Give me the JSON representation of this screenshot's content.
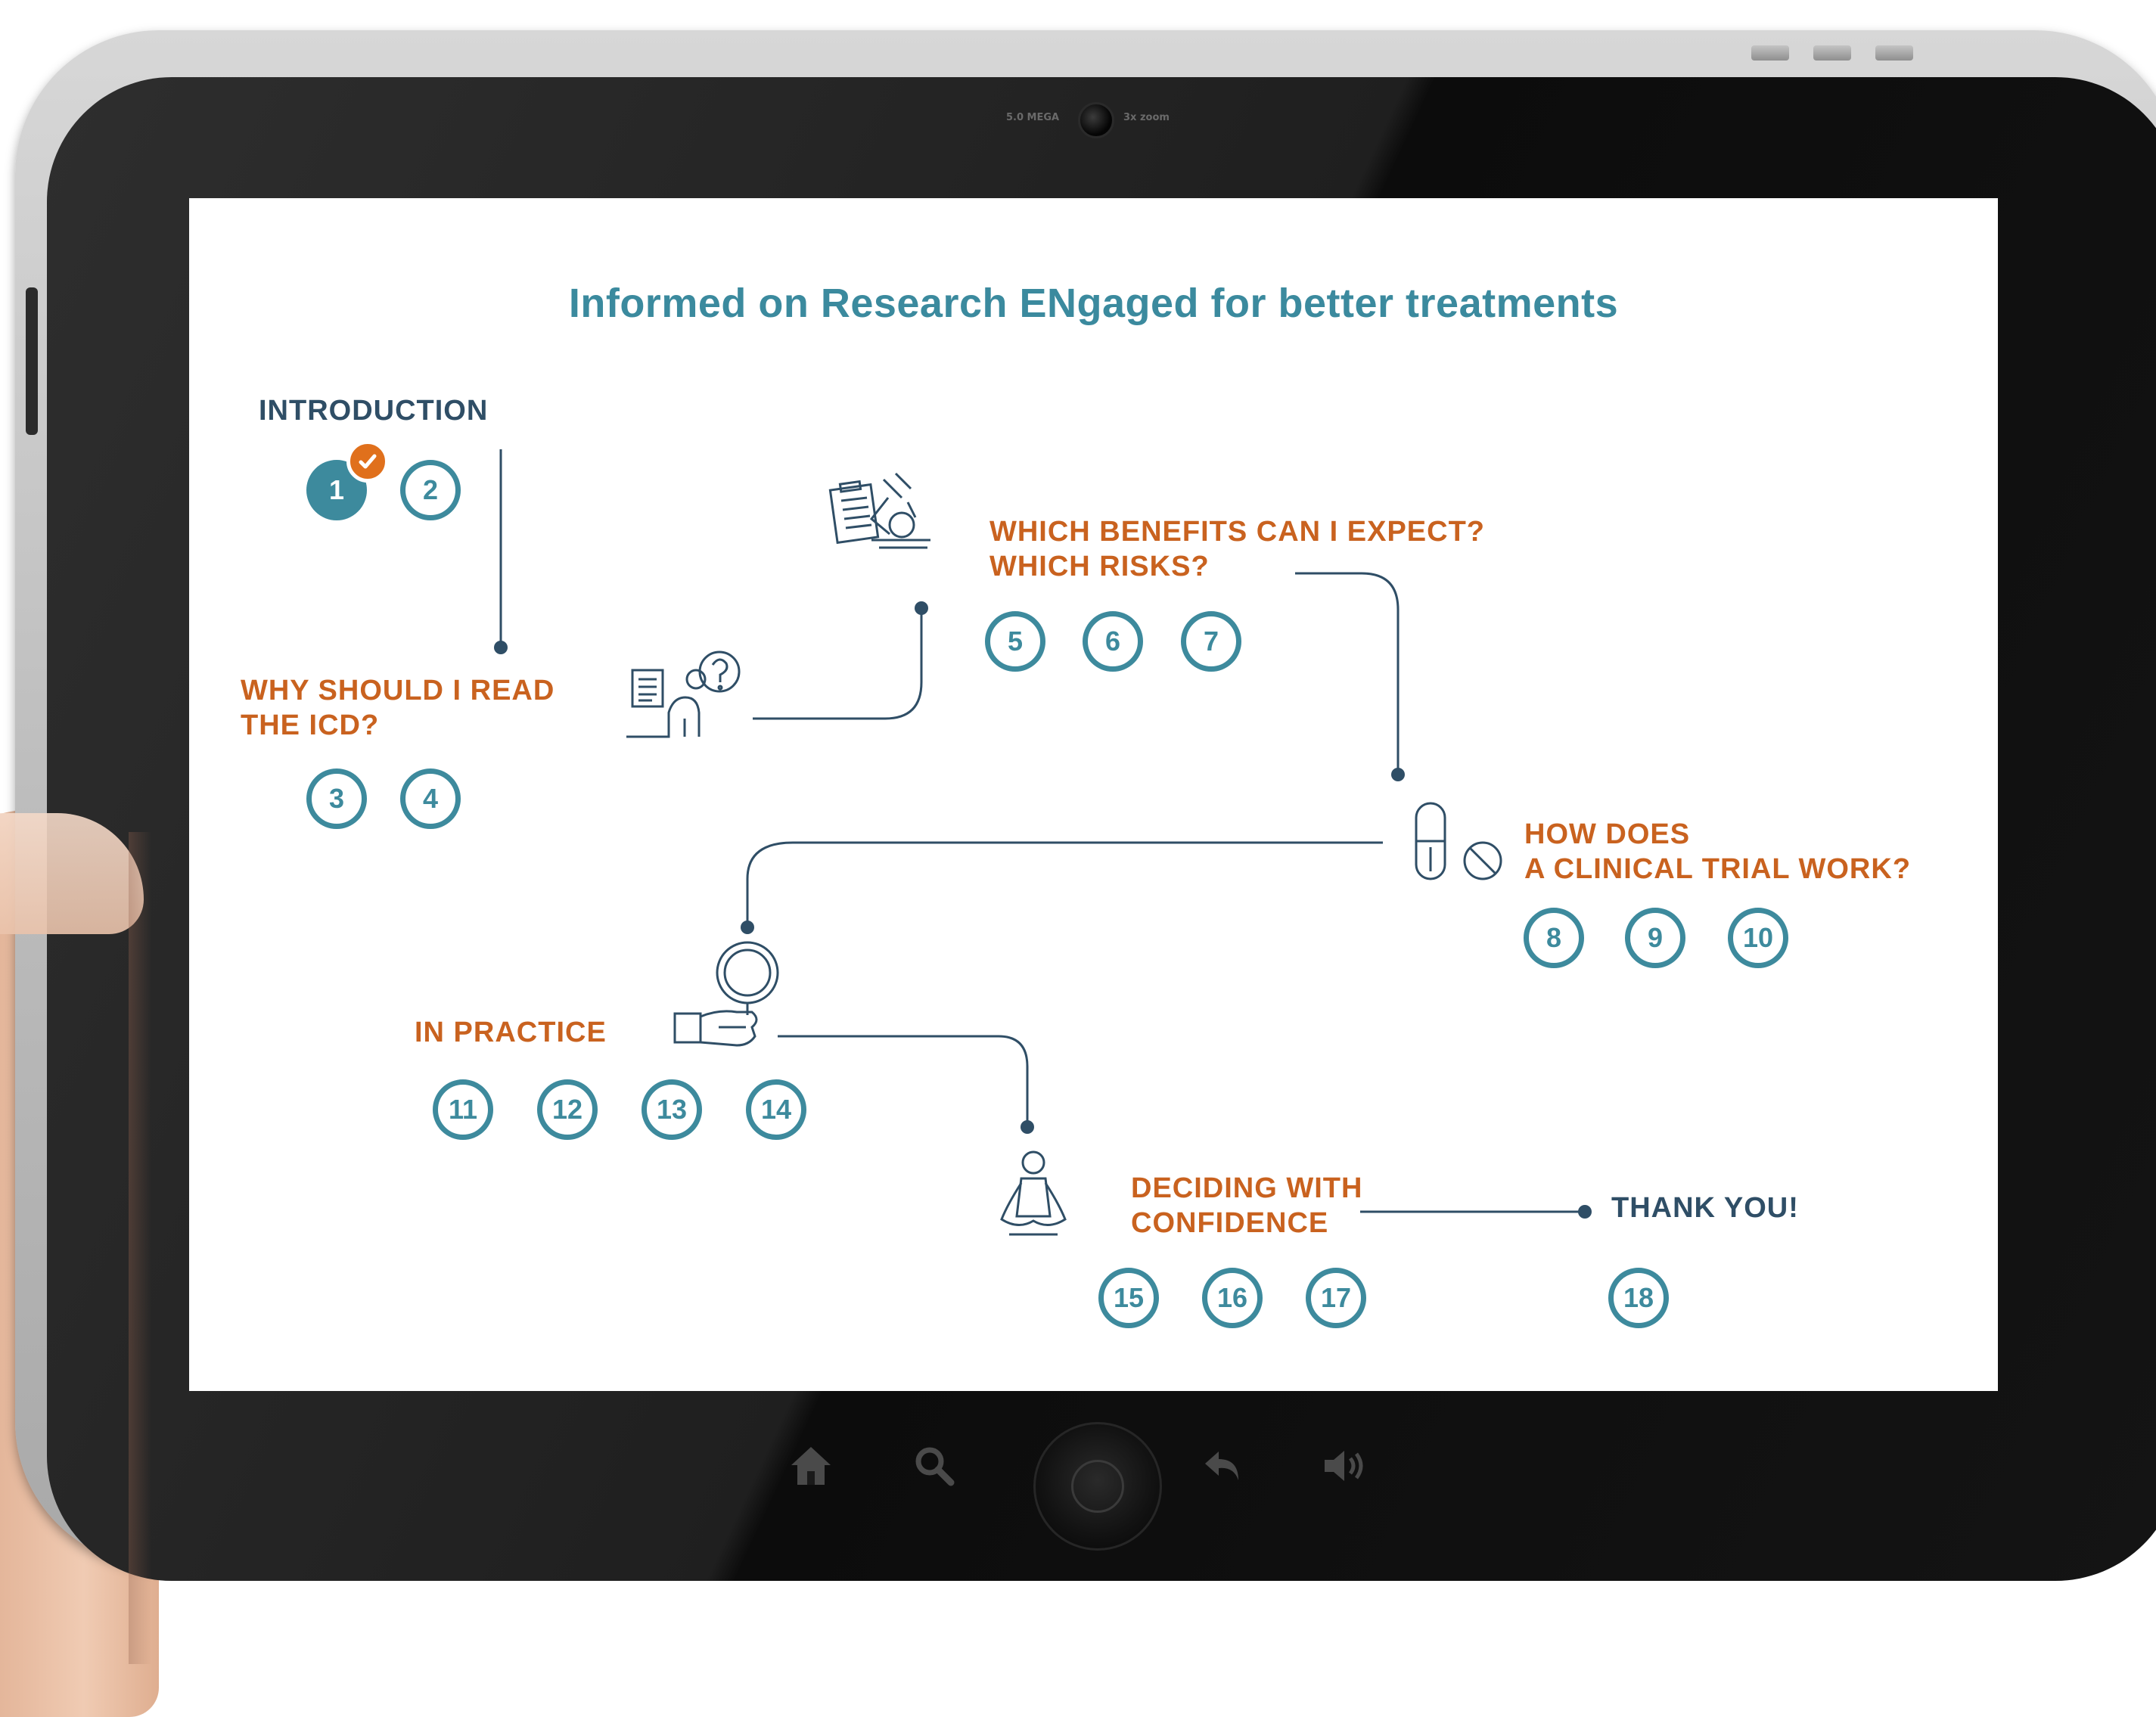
{
  "screen": {
    "title": "Informed on Research ENgaged for better treatments"
  },
  "sections": {
    "introduction": {
      "title": "INTRODUCTION",
      "steps": [
        "1",
        "2"
      ]
    },
    "why_read": {
      "title_lines": [
        "WHY SHOULD I READ",
        "THE ICD?"
      ],
      "steps": [
        "3",
        "4"
      ]
    },
    "benefits": {
      "title_lines": [
        "WHICH BENEFITS CAN I EXPECT?",
        "WHICH RISKS?"
      ],
      "steps": [
        "5",
        "6",
        "7"
      ]
    },
    "clinical_trial": {
      "title_lines": [
        "HOW DOES",
        "A CLINICAL TRIAL WORK?"
      ],
      "steps": [
        "8",
        "9",
        "10"
      ]
    },
    "in_practice": {
      "title": "IN PRACTICE",
      "steps": [
        "11",
        "12",
        "13",
        "14"
      ]
    },
    "deciding": {
      "title_lines": [
        "DECIDING WITH",
        "CONFIDENCE"
      ],
      "steps": [
        "15",
        "16",
        "17"
      ]
    },
    "thank_you": {
      "title": "THANK YOU!",
      "steps": [
        "18"
      ]
    }
  },
  "progress": {
    "completed_steps": [
      "1"
    ]
  },
  "icons": {
    "completed": "checkmark-icon",
    "why_read": "document-question-icon",
    "benefits": "clipboard-microscope-icon",
    "clinical_trial": "pill-capsule-icon",
    "in_practice": "magnifier-hand-icon",
    "deciding": "meditation-person-icon",
    "nav": [
      "home-icon",
      "search-icon",
      "back-arrow-icon",
      "volume-icon"
    ]
  },
  "colors": {
    "accent_teal": "#3d8a9d",
    "title_teal": "#3b8a9e",
    "orange": "#c9621f",
    "navy": "#2f4e66",
    "badge_orange": "#e0701c"
  },
  "device": {
    "camera_label_left": "5.0 MEGA",
    "camera_label_right": "3x zoom"
  }
}
